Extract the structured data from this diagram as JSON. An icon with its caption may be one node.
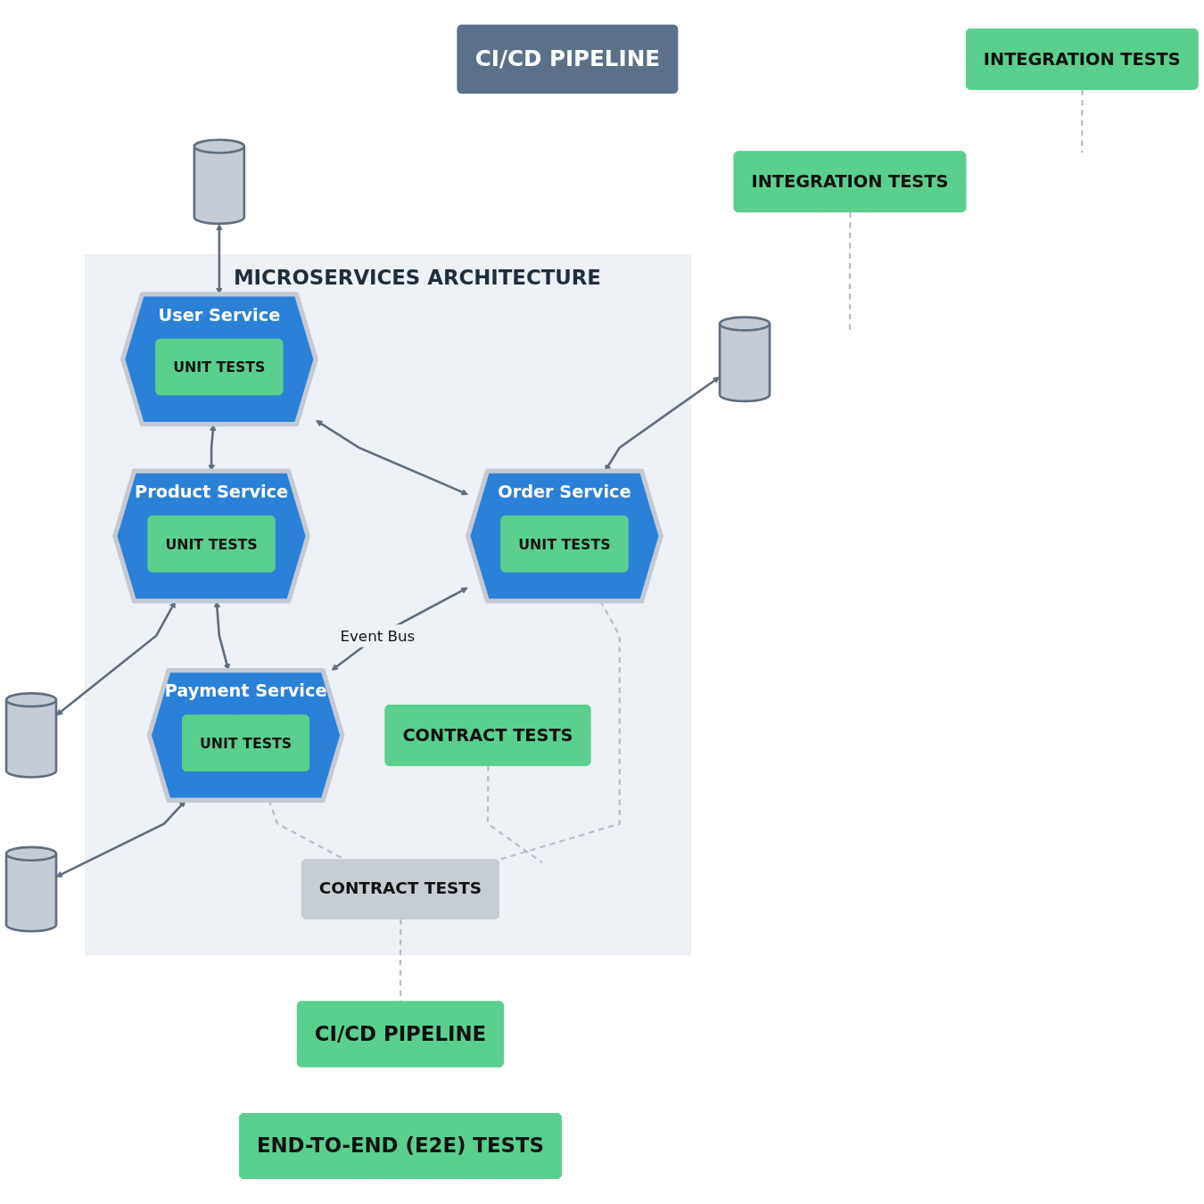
{
  "diagram": {
    "nodes": [
      {
        "text": [
          "CI/CD PIPELINE"
        ]
      },
      {
        "text": [
          "MICROSERVICES ARCHITECTURE"
        ]
      },
      {
        "text": [],
        "shape": "cylinder"
      },
      {
        "text": [
          "User Service"
        ],
        "in": 1
      },
      {
        "text": [
          "UNIT TESTS"
        ],
        "in": 3
      },
      {
        "text": [
          "CONTRACT TESTS"
        ],
        "in": 1
      },
      {
        "text": [
          "Product Service"
        ],
        "in": 1
      },
      {
        "text": [
          "UNIT TESTS"
        ],
        "in": 6
      },
      {
        "text": [],
        "shape": "cylinder"
      },
      {
        "text": [
          "INTEGRATION TESTS"
        ]
      },
      {
        "text": [
          "INTEGRATION TESTS"
        ]
      },
      {
        "text": [],
        "shape": "cylinder"
      },
      {
        "text": [
          "Order Service"
        ],
        "in": 1
      },
      {
        "text": [
          "UNIT TESTS"
        ],
        "in": 12
      },
      {
        "text": [
          "Payment Service"
        ],
        "in": 1
      },
      {
        "text": [
          "UNIT TESTS"
        ],
        "in": 14
      },
      {
        "text": [],
        "shape": "cylinder"
      },
      {
        "text": [
          "CONTRACT TESTS"
        ],
        "in": 1
      },
      {
        "text": [
          "CI/CD PIPELINE"
        ]
      },
      {
        "text": [
          "END-TO-END (E2E) TESTS"
        ]
      }
    ],
    "edges": [
      {
        "from": 2,
        "to": 3,
        "arrow": "both"
      },
      {
        "from": 3,
        "to": 6,
        "arrow": "both"
      },
      {
        "from": 6,
        "to": 8,
        "arrow": "both"
      },
      {
        "from": 3,
        "to": 12,
        "arrow": "both"
      },
      {
        "from": 6,
        "to": 14,
        "arrow": "both"
      },
      {
        "from": 11,
        "to": 12,
        "arrow": "both"
      },
      {
        "from": 12,
        "to": 14,
        "label": "Event Bus",
        "arrow": "both"
      },
      {
        "from": 14,
        "to": 16,
        "arrow": "both"
      },
      {
        "from": 5,
        "to": null,
        "arrow": "none",
        "style": "dashed",
        "color": "#b5bdc7"
      },
      {
        "from": 9,
        "to": null,
        "arrow": "none",
        "style": "dashed",
        "color": "#b5bdc7"
      },
      {
        "from": 10,
        "to": null,
        "arrow": "none",
        "style": "dashed",
        "color": "#b5bdc7"
      },
      {
        "from": 12,
        "to": 17,
        "arrow": "none",
        "style": "dashed",
        "color": "#b5bdc7"
      },
      {
        "from": 14,
        "to": 17,
        "arrow": "none",
        "style": "dashed",
        "color": "#b5bdc7"
      },
      {
        "from": 17,
        "to": 18,
        "arrow": "none",
        "style": "dashed",
        "color": "#b5bdc7"
      }
    ]
  }
}
